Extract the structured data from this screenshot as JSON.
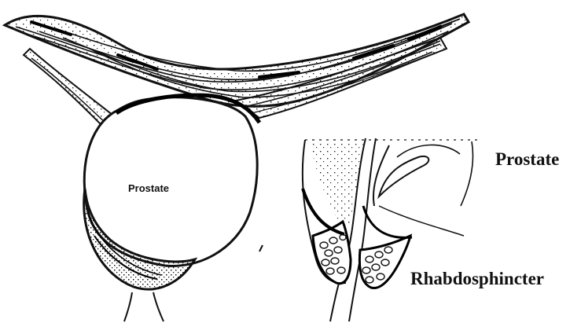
{
  "labels": {
    "prostate_main": "Prostate",
    "prostate_inset": "Prostate",
    "rhabdosphincter": "Rhabdosphincter"
  },
  "colors": {
    "ink": "#111111",
    "background": "#ffffff"
  }
}
